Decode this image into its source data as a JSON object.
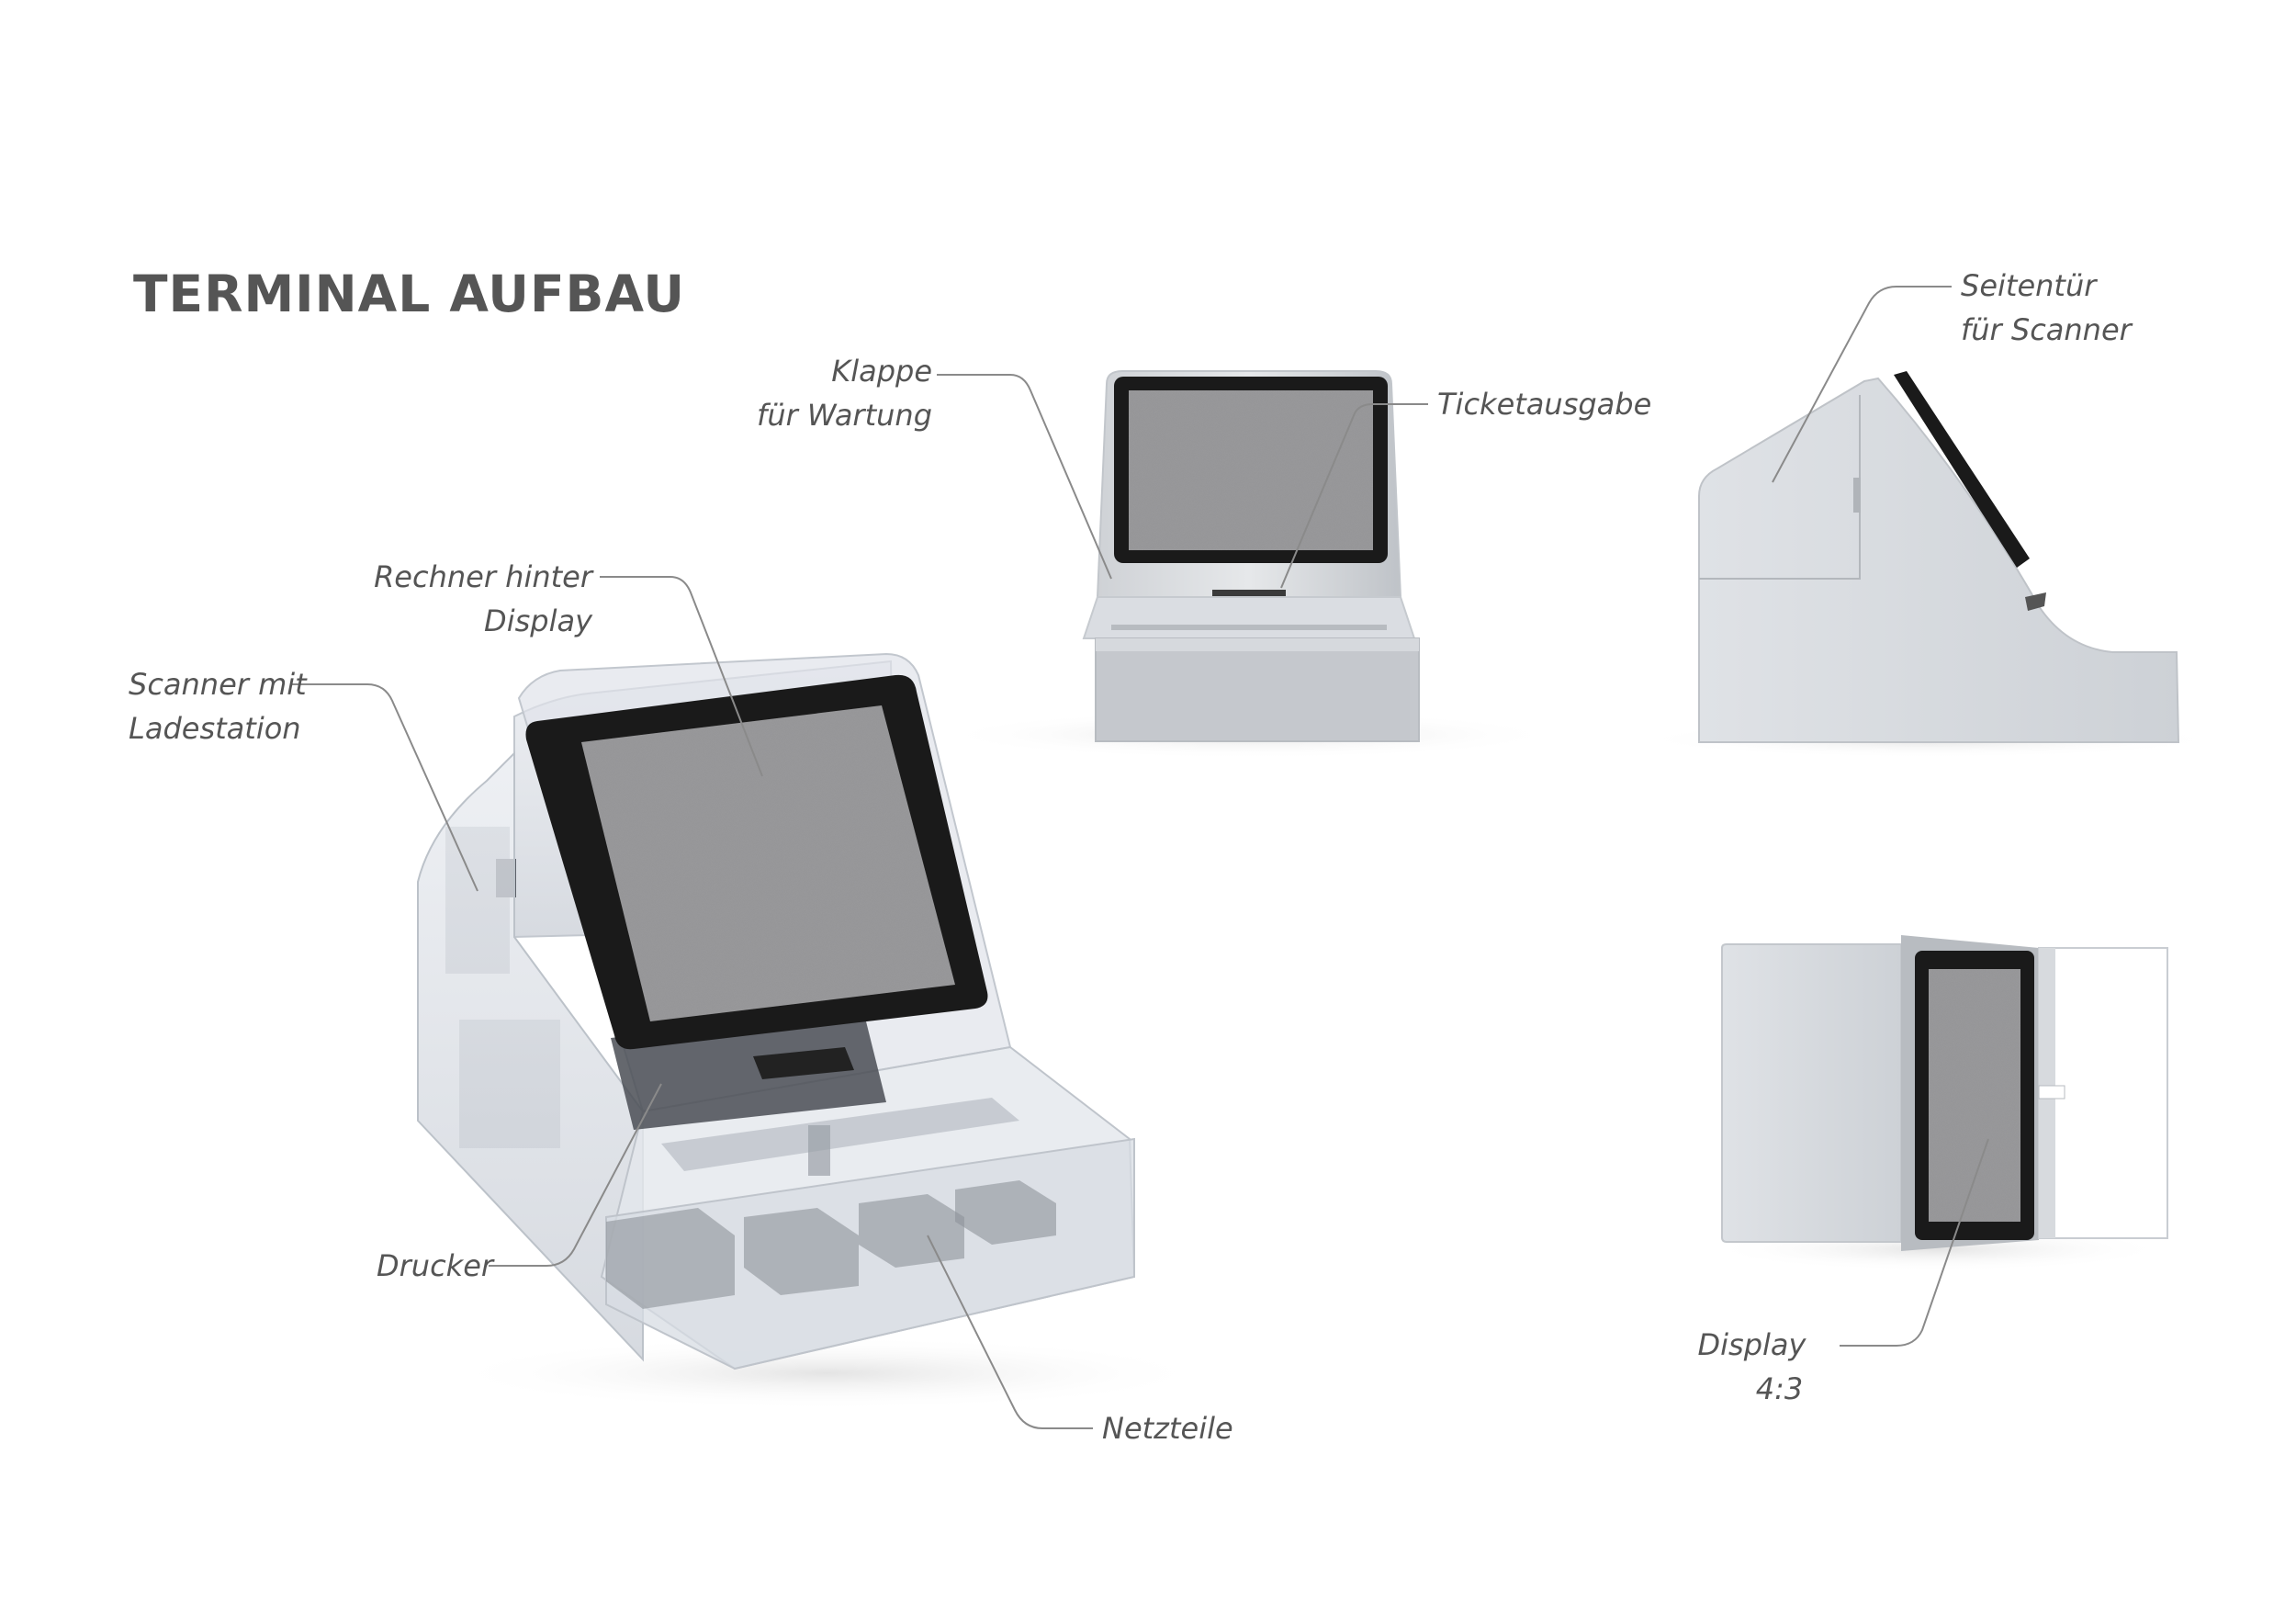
{
  "title": "TERMINAL AUFBAU",
  "labels": {
    "klappe": {
      "line1": "Klappe",
      "line2": "für Wartung"
    },
    "ticketausgabe": "Ticketausgabe",
    "seitentuer": {
      "line1": "Seitentür",
      "line2": "für Scanner"
    },
    "rechner": {
      "line1": "Rechner hinter",
      "line2": "Display"
    },
    "scanner": {
      "line1": "Scanner mit",
      "line2": "Ladestation"
    },
    "drucker": "Drucker",
    "netzteile": "Netzteile",
    "display43": {
      "line1": "Display",
      "line2": "4:3"
    }
  },
  "colors": {
    "text": "#555555",
    "body": "#c8ccd1",
    "screen": "#9a9a9c",
    "bezel": "#1a1a1a",
    "leader": "#8a8a8a"
  }
}
